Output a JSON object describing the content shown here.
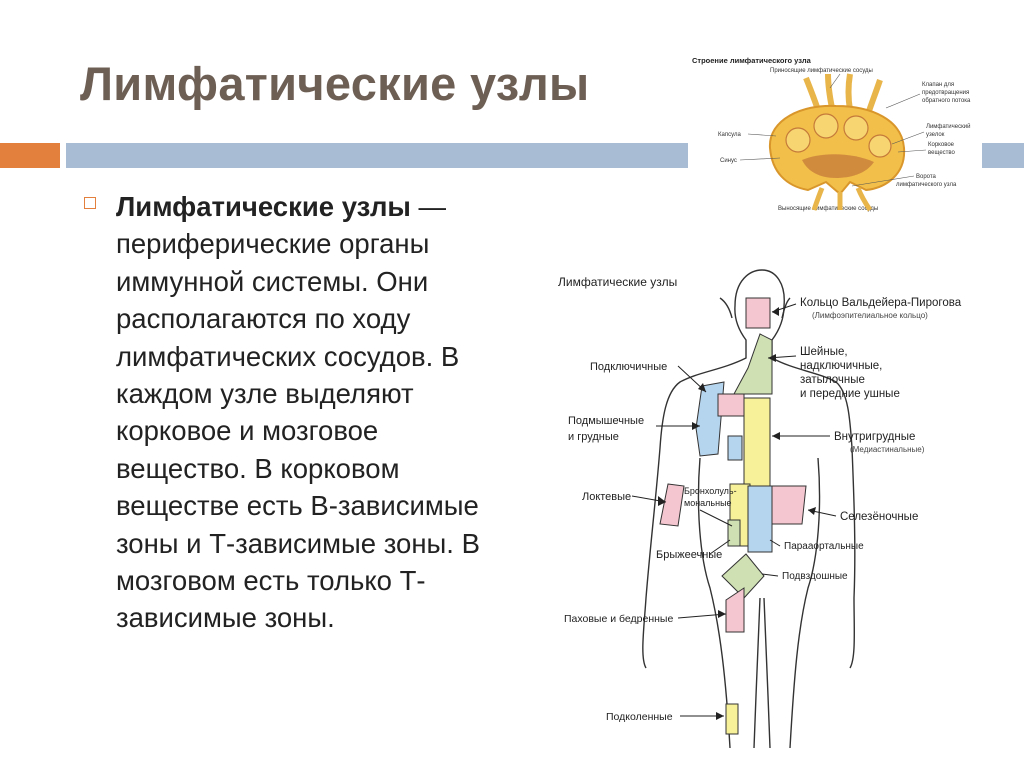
{
  "slide": {
    "title": "Лимфатические узлы",
    "term": "Лимфатические узлы",
    "definition": " — периферические органы иммунной системы. Они располагаются по ходу лимфатических сосудов. В каждом узле выделяют корковое и мозговое вещество. В корковом веществе есть В-зависимые зоны и Т-зависимые зоны. В мозговом есть только Т-зависимые зоны."
  },
  "node_diagram": {
    "title": "Строение лимфатического узла",
    "labels": {
      "afferent": "Приносящие лимфатические сосуды",
      "valve_1": "Клапан для",
      "valve_2": "предотвращения",
      "valve_3": "обратного потока",
      "capsule": "Капсула",
      "nodule_1": "Лимфатический",
      "nodule_2": "узелок",
      "cortex_1": "Корковое",
      "cortex_2": "вещество",
      "sinus": "Синус",
      "hilum_1": "Ворота",
      "hilum_2": "лимфатического узла",
      "efferent": "Выносящие лимфатические сосуды"
    },
    "colors": {
      "node": "#f2c04a",
      "node_dark": "#d9962b",
      "vessel": "#e8b54a",
      "inner": "#c57a3a"
    }
  },
  "body_diagram": {
    "title": "Лимфатические узлы",
    "labels": {
      "waldeyer": "Кольцо Вальдейера-Пирогова",
      "waldeyer_sub": "(Лимфоэпителиальное кольцо)",
      "subclavian": "Подключичные",
      "cervical_1": "Шейные,",
      "cervical_2": "надключичные,",
      "cervical_3": "затылочные",
      "cervical_4": "и передние ушные",
      "axillary_1": "Подмышечные",
      "axillary_2": "и грудные",
      "intrathoracic": "Внутригрудные",
      "intrathoracic_sub": "(Медиастинальные)",
      "bronchopulm_1": "Бронхолуль-",
      "bronchopulm_2": "мональные",
      "cubital": "Локтевые",
      "splenic": "Селезёночные",
      "mesenteric": "Брыжеечные",
      "paraaortic": "Парааортальные",
      "iliac": "Подвздошные",
      "inguinal": "Паховые и бедренные",
      "popliteal": "Подколенные"
    },
    "colors": {
      "pink": "#f4c6cf",
      "yellow": "#f7f29a",
      "blue": "#b5d4ee",
      "green": "#cfe0b2",
      "outline": "#333333"
    }
  }
}
